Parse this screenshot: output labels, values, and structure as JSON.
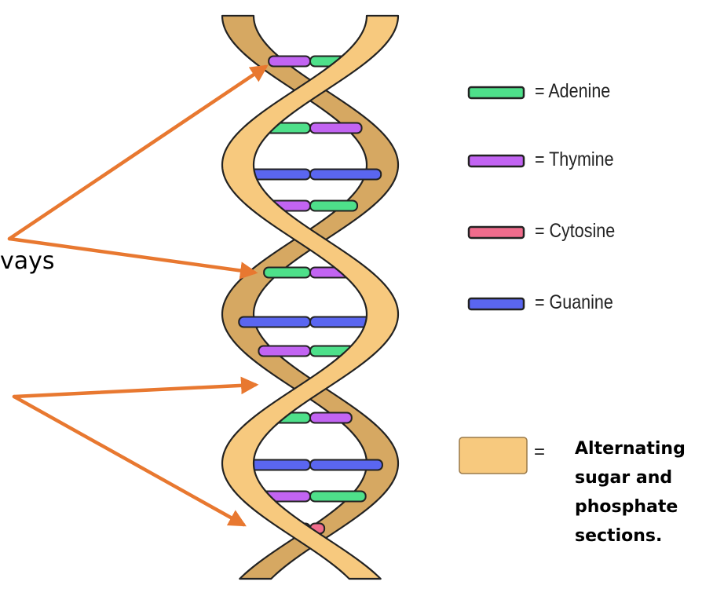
{
  "fragment_text": "vays",
  "legend": [
    {
      "id": "adenine",
      "label": "= Adenine",
      "color": "#4ee08a"
    },
    {
      "id": "thymine",
      "label": "= Thymine",
      "color": "#c264f2"
    },
    {
      "id": "cytosine",
      "label": "= Cytosine",
      "color": "#f06c8c"
    },
    {
      "id": "guanine",
      "label": "= Guanine",
      "color": "#5a66f0"
    }
  ],
  "sugar": {
    "equals": "=",
    "label": "Alternating sugar and phosphate sections.",
    "color": "#f7c97e"
  },
  "colors": {
    "backbone": "#f7c97e",
    "backbone_dark": "#d6a862",
    "arrow": "#e87830",
    "outline": "#222222"
  }
}
